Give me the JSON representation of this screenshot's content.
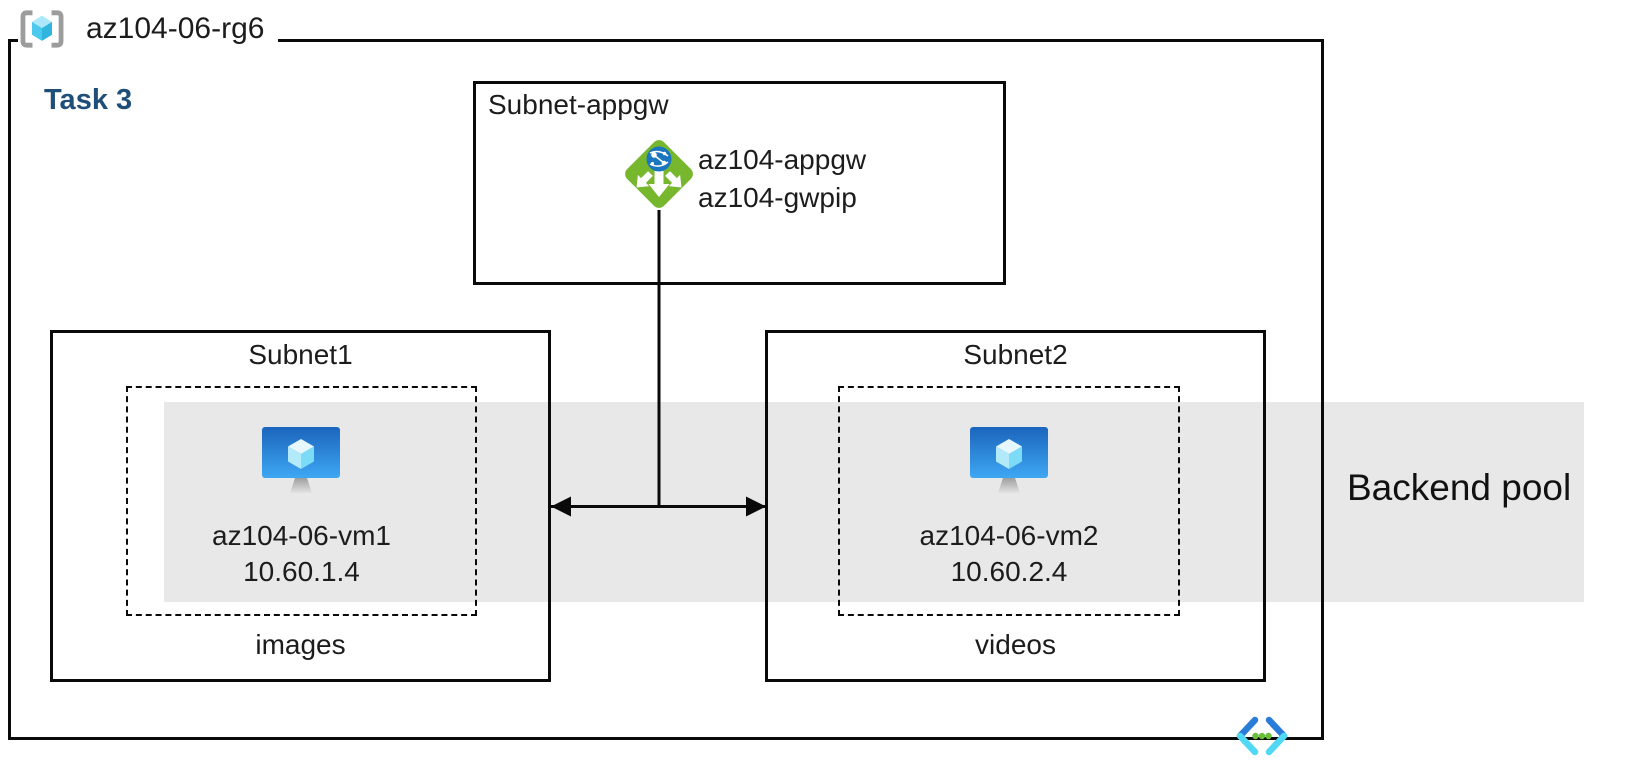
{
  "resource_group": {
    "name": "az104-06-rg6",
    "task_label": "Task 3"
  },
  "appgw_subnet": {
    "title": "Subnet-appgw",
    "gateway_name": "az104-appgw",
    "public_ip_name": "az104-gwpip"
  },
  "subnet1": {
    "title": "Subnet1",
    "vm_name": "az104-06-vm1",
    "vm_ip": "10.60.1.4",
    "storage_label": "images"
  },
  "subnet2": {
    "title": "Subnet2",
    "vm_name": "az104-06-vm2",
    "vm_ip": "10.60.2.4",
    "storage_label": "videos"
  },
  "backend_pool": {
    "label": "Backend pool"
  },
  "icons": {
    "resource_group": "resource-group-icon",
    "application_gateway": "application-gateway-icon",
    "virtual_machine": "virtual-machine-icon",
    "virtual_network": "virtual-network-icon"
  },
  "colors": {
    "task_label": "#1f4e79",
    "backend_pool_band": "#e9e8e8",
    "appgw_green": "#76b72e",
    "appgw_globe_blue": "#1b76c0",
    "vm_blue_top": "#1b65bd",
    "vm_blue_bottom": "#3ea7f3",
    "vnet_blue": "#2b7cd8",
    "vnet_cyan": "#50d8f5",
    "vnet_green": "#6abf3a",
    "rg_bracket_gray": "#9c9c9c",
    "line_black": "#0a0a0a"
  }
}
